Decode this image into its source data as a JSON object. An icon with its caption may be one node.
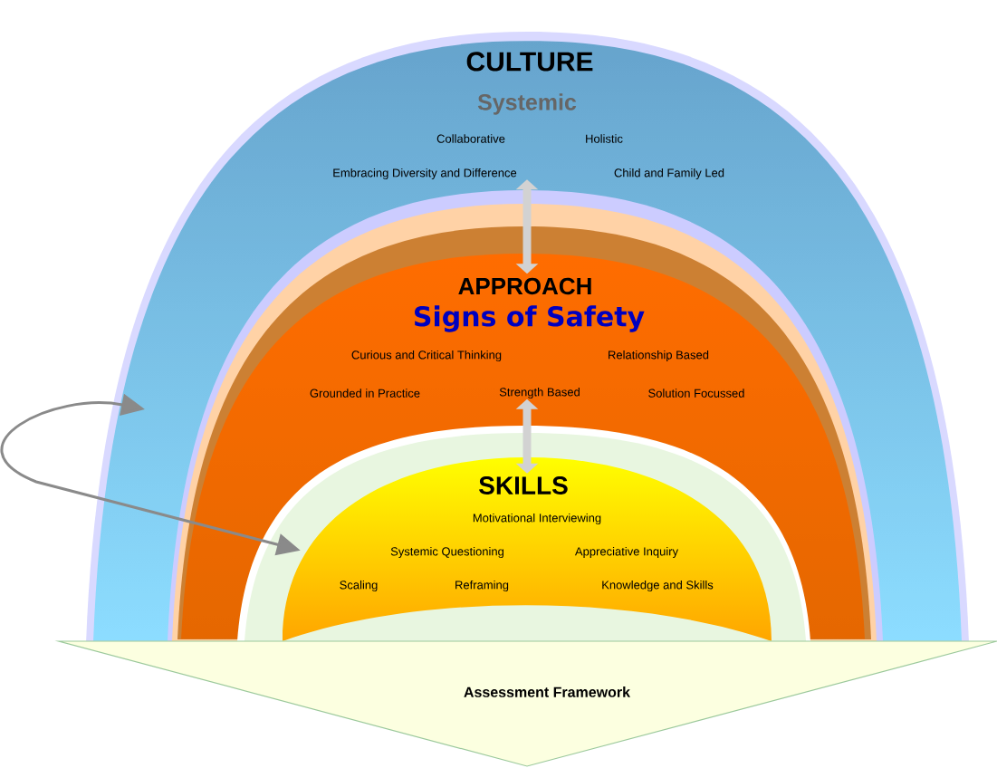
{
  "diagram": {
    "nodes": [
      {
        "text": [
          "CULTURE",
          "Systemic",
          "Collaborative",
          "Holistic",
          "Embracing Diversity and Difference",
          "Child and Family Led"
        ]
      },
      {
        "text": [
          "APPROACH",
          "Signs of Safety",
          "Curious and Critical Thinking",
          "Relationship Based",
          "Grounded in Practice",
          "Strength Based",
          "Solution Focussed"
        ]
      },
      {
        "text": [
          "SKILLS",
          "Motivational Interviewing",
          "Systemic Questioning",
          "Appreciative Inquiry",
          "Scaling",
          "Reframing",
          "Knowledge and Skills"
        ]
      },
      {
        "text": [
          "Assessment Framework"
        ]
      }
    ],
    "edges": [
      {
        "from": 0,
        "to": 1,
        "arrow": "both"
      },
      {
        "from": 1,
        "to": 2,
        "arrow": "both"
      },
      {
        "from": null,
        "to": 2,
        "arrow": "both",
        "color": "#8a8a8a"
      }
    ]
  }
}
